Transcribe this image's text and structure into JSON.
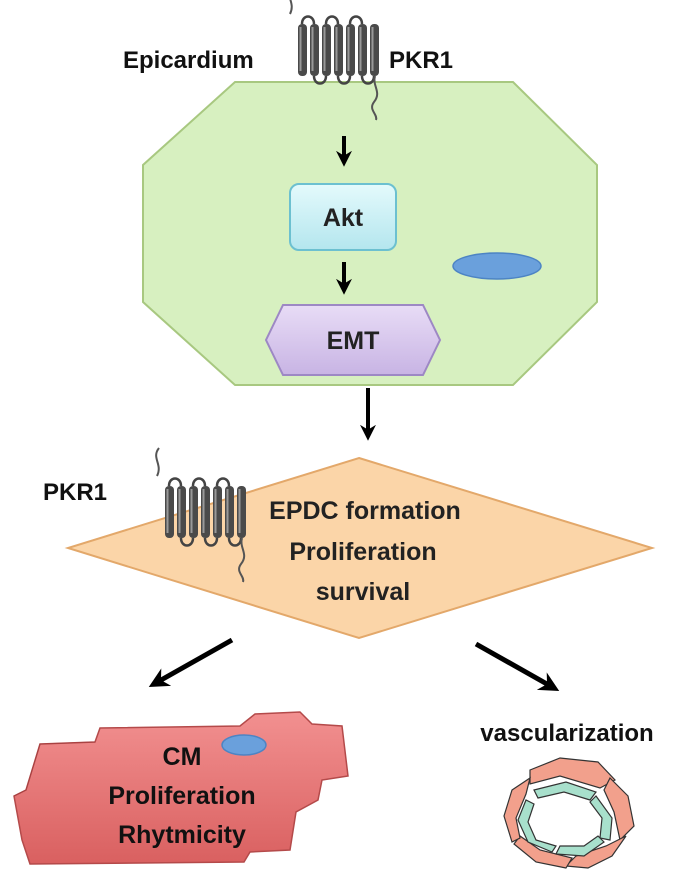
{
  "labels": {
    "epicardium": "Epicardium",
    "pkr1_top": "PKR1",
    "akt": "Akt",
    "emt": "EMT",
    "pkr1_left": "PKR1",
    "epdc_line1": "EPDC formation",
    "epdc_line2": "Proliferation",
    "epdc_line3": "survival",
    "cm_line1": "CM",
    "cm_line2": "Proliferation",
    "cm_line3": "Rhytmicity",
    "vascularization": "vascularization"
  },
  "colors": {
    "cell_fill": "#d7f0c0",
    "cell_stroke": "#a8c880",
    "akt_fill": "#c8f0f4",
    "akt_stroke": "#6cc0d0",
    "emt_fill": "#d8c8ec",
    "emt_stroke": "#9d88c4",
    "diamond_fill": "#fbd5a8",
    "diamond_stroke": "#e3a86a",
    "cm_fill": "#e87a7a",
    "nucleus_fill": "#6aa0dc",
    "vessel_pink": "#f2a08c",
    "vessel_green": "#a8e0cc"
  },
  "icons": [
    "gpcr-receptor-icon",
    "nucleus-icon",
    "arrow-down-icon",
    "vessel-icon"
  ]
}
